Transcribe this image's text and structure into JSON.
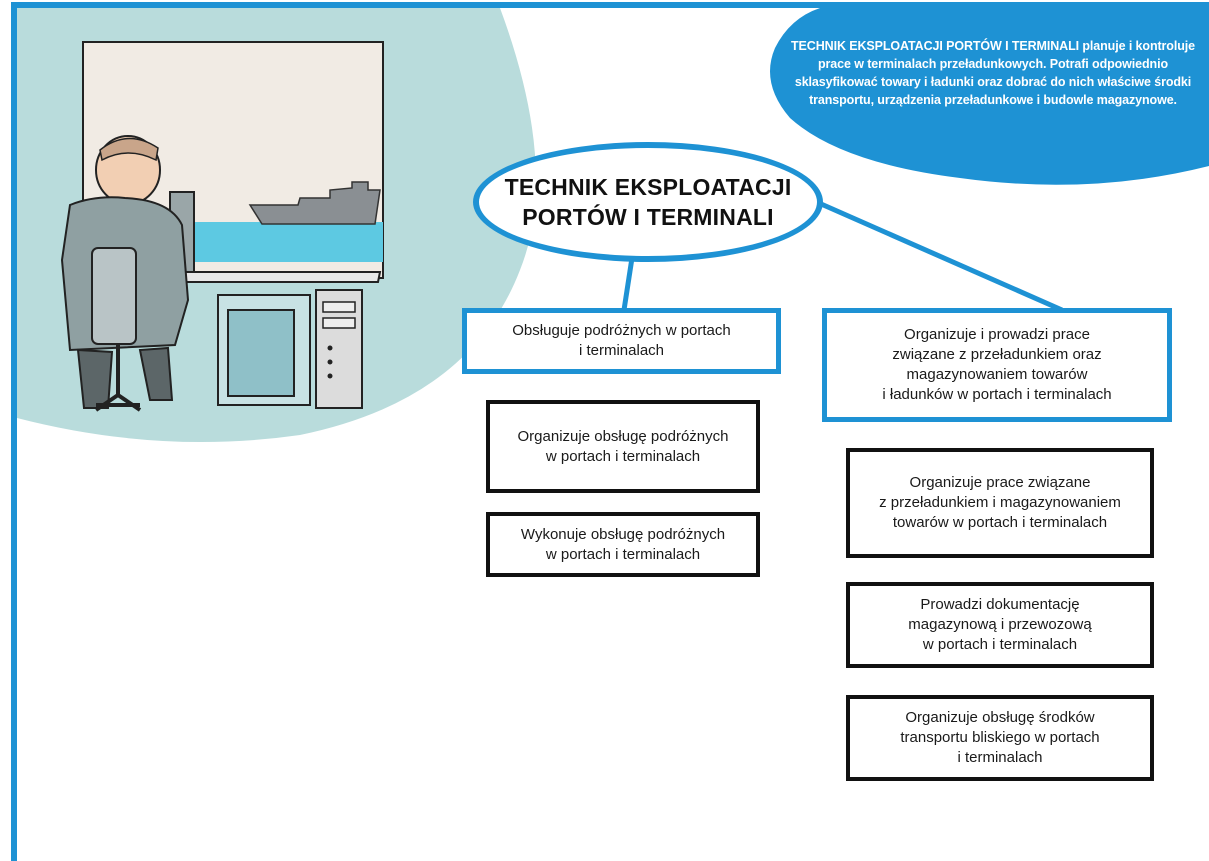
{
  "colors": {
    "accent": "#1e92d4",
    "circle": "#b9dcdc",
    "box_border": "#111111"
  },
  "info_panel": {
    "text": "TECHNIK EKSPLOATACJI PORTÓW I TERMINALI planuje i kontroluje prace w terminalach przeładunkowych. Potrafi odpowiednio sklasyfikować towary i ładunki oraz dobrać do nich właściwe środki transportu, urządzenia przeładunkowe i budowle magazynowe."
  },
  "title": {
    "text": "TECHNIK EKSPLOATACJI\nPORTÓW I TERMINALI"
  },
  "left_branch": {
    "qualification": "Obsługuje podróżnych w portach\ni terminalach",
    "tasks": [
      "Organizuje obsługę podróżnych\nw portach i terminalach",
      "Wykonuje obsługę podróżnych\nw portach i terminalach"
    ]
  },
  "right_branch": {
    "qualification": "Organizuje i prowadzi prace\nzwiązane z przeładunkiem oraz\nmagazynowaniem towarów\ni ładunków w portach i terminalach",
    "tasks": [
      "Organizuje prace związane\nz przeładunkiem i magazynowaniem\ntowarów w portach i terminalach",
      "Prowadzi dokumentację\nmagazynową i przewozową\nw portach i terminalach",
      "Organizuje obsługę środków\ntransportu bliskiego w portach\ni terminalach"
    ]
  },
  "illustration": {
    "subject": "worker-at-computer-with-ship-window"
  }
}
